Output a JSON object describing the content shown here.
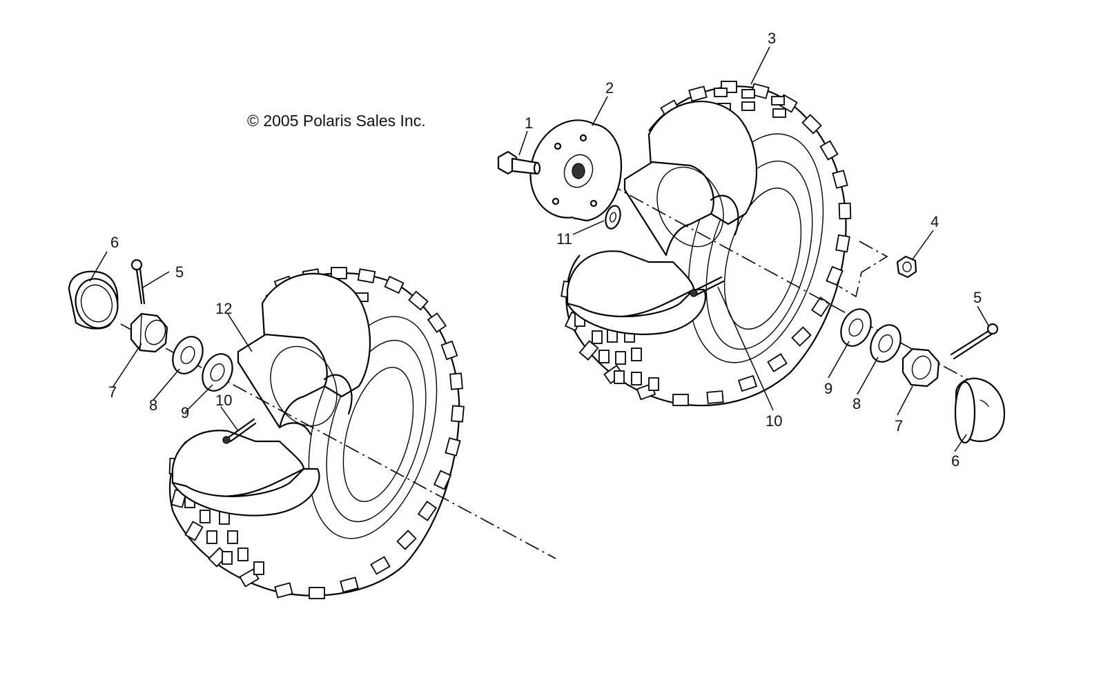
{
  "copyright": "© 2005 Polaris Sales Inc.",
  "callouts": {
    "c1": "1",
    "c2": "2",
    "c3": "3",
    "c4": "4",
    "c5_right": "5",
    "c6_right": "6",
    "c7_right": "7",
    "c8_right": "8",
    "c9_right": "9",
    "c10_right": "10",
    "c11": "11",
    "c6_left": "6",
    "c5_left": "5",
    "c12": "12",
    "c7_left": "7",
    "c8_left": "8",
    "c9_left": "9",
    "c10_left": "10"
  }
}
